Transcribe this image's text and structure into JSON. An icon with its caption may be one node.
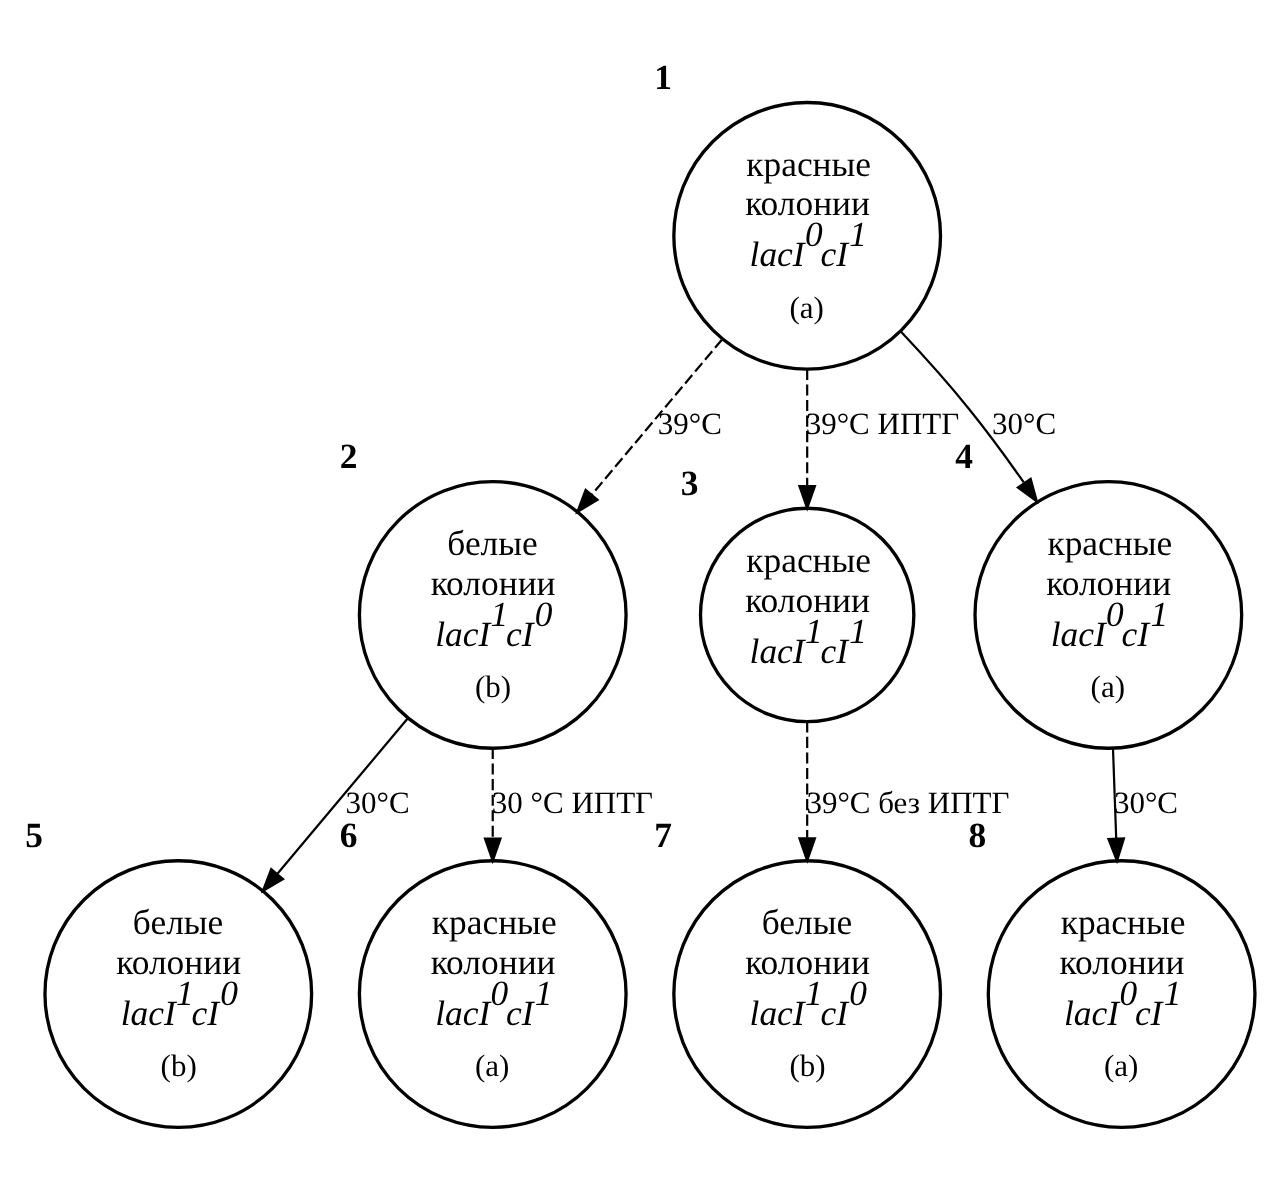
{
  "diagram": {
    "nodes": [
      {
        "text": [
          "красные колонии",
          "lacI$^{0}$cI$^{1}$",
          "(a)"
        ],
        "beside": [
          "1"
        ]
      },
      {
        "text": [
          "белые колонии",
          "lacI$^{1}$cI$^{0}$",
          "(b)"
        ],
        "beside": [
          "2"
        ]
      },
      {
        "text": [
          "красные колонии",
          "lacI$^{1}$cI$^{1}$"
        ],
        "beside": [
          "3"
        ]
      },
      {
        "text": [
          "красные колонии",
          "lacI$^{0}$cI$^{1}$",
          "(a)"
        ],
        "beside": [
          "4"
        ]
      },
      {
        "text": [
          "белые колонии",
          "lacI$^{1}$cI$^{0}$",
          "(b)"
        ],
        "beside": [
          "5"
        ]
      },
      {
        "text": [
          "красные колонии",
          "lacI$^{0}$cI$^{1}$",
          "(a)"
        ],
        "beside": [
          "6"
        ]
      },
      {
        "text": [
          "белые колонии",
          "lacI$^{1}$cI$^{0}$",
          "(b)"
        ],
        "beside": [
          "7"
        ]
      },
      {
        "text": [
          "красные колонии",
          "lacI$^{0}$cI$^{1}$",
          "(a)"
        ],
        "beside": [
          "8"
        ]
      }
    ],
    "edges": [
      {
        "from": 0,
        "to": 1,
        "arrow": "to",
        "label": "39°C",
        "style": "dashed"
      },
      {
        "from": 0,
        "to": 2,
        "arrow": "to",
        "label": "39°C ИПТГ",
        "style": "dashed"
      },
      {
        "from": 0,
        "to": 3,
        "arrow": "to",
        "label": "30°C"
      },
      {
        "from": 1,
        "to": 4,
        "arrow": "to",
        "label": "30°C"
      },
      {
        "from": 1,
        "to": 5,
        "arrow": "to",
        "label": "30 °C ИПТГ",
        "style": "dashed"
      },
      {
        "from": 2,
        "to": 6,
        "arrow": "to",
        "label": "39°C без ИПТГ",
        "style": "dashed"
      },
      {
        "from": 3,
        "to": 7,
        "arrow": "to",
        "label": "30°C"
      }
    ]
  }
}
